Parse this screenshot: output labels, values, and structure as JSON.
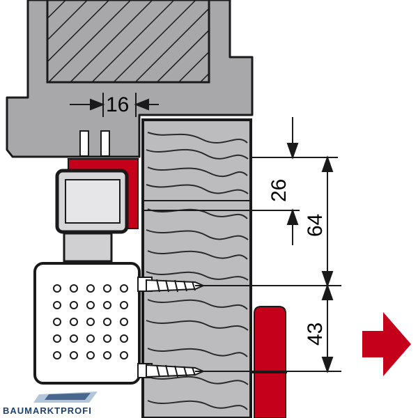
{
  "dimensions": {
    "top_width": "16",
    "vertical_upper": "26",
    "vertical_total": "64",
    "vertical_lower": "43"
  },
  "watermark": {
    "brand": "BAUMARKTPROFI"
  },
  "colors": {
    "housing_gray": "#a8a8aa",
    "wood_gray": "#bcbcbe",
    "red": "#c4001a",
    "outline": "#1a1a1a",
    "brand_blue": "#1c3f6e"
  },
  "icons": {
    "direction_arrow": "arrow-right-icon"
  }
}
